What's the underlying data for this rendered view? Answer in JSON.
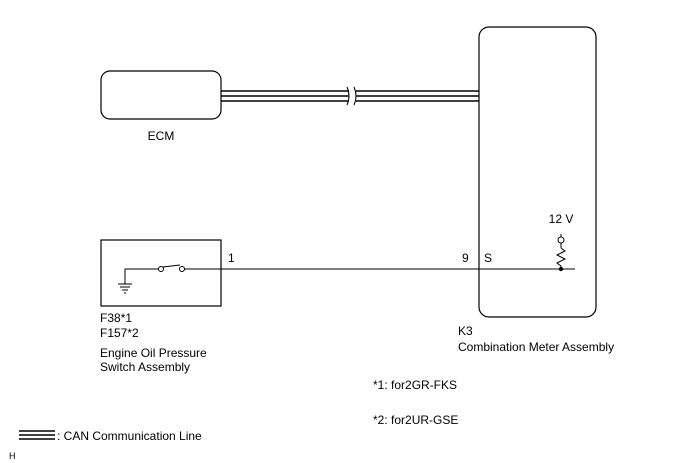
{
  "ecm": {
    "label": "ECM"
  },
  "meter": {
    "code": "K3",
    "name": "Combination Meter Assembly",
    "supply": "12 V",
    "pin_number": "9",
    "pin_name": "S"
  },
  "switch": {
    "code_1": "F38*1",
    "code_2": "F157*2",
    "name_line1": "Engine Oil Pressure",
    "name_line2": "Switch Assembly",
    "pin_number": "1"
  },
  "notes": {
    "note_1": "*1: for2GR-FKS",
    "note_2": "*2: for2UR-GSE"
  },
  "legend": {
    "can_label": ": CAN Communication Line"
  },
  "corner_mark": "H"
}
